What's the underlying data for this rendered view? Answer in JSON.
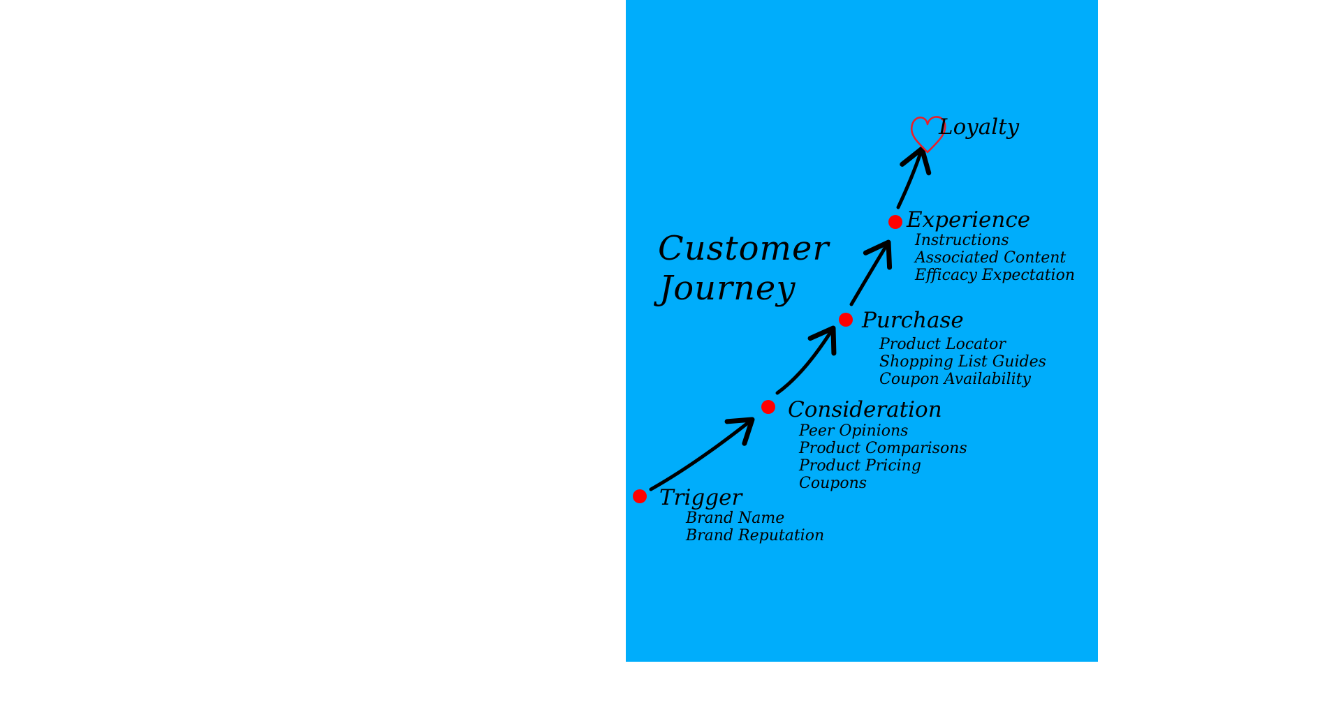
{
  "title": {
    "line1": "Customer",
    "line2": "Journey"
  },
  "stages": [
    {
      "name": "Trigger",
      "details": [
        "Brand Name",
        "Brand Reputation"
      ]
    },
    {
      "name": "Consideration",
      "details": [
        "Peer Opinions",
        "Product Comparisons",
        "Product Pricing",
        "Coupons"
      ]
    },
    {
      "name": "Purchase",
      "details": [
        "Product Locator",
        "Shopping List Guides",
        "Coupon Availability"
      ]
    },
    {
      "name": "Experience",
      "details": [
        "Instructions",
        "Associated Content",
        "Efficacy Expectation"
      ]
    }
  ],
  "goal": {
    "name": "Loyalty",
    "icon": "heart-icon"
  },
  "colors": {
    "background": "#00adfb",
    "marker": "#ff0000",
    "heart": "#e8202a",
    "ink": "#000000"
  }
}
